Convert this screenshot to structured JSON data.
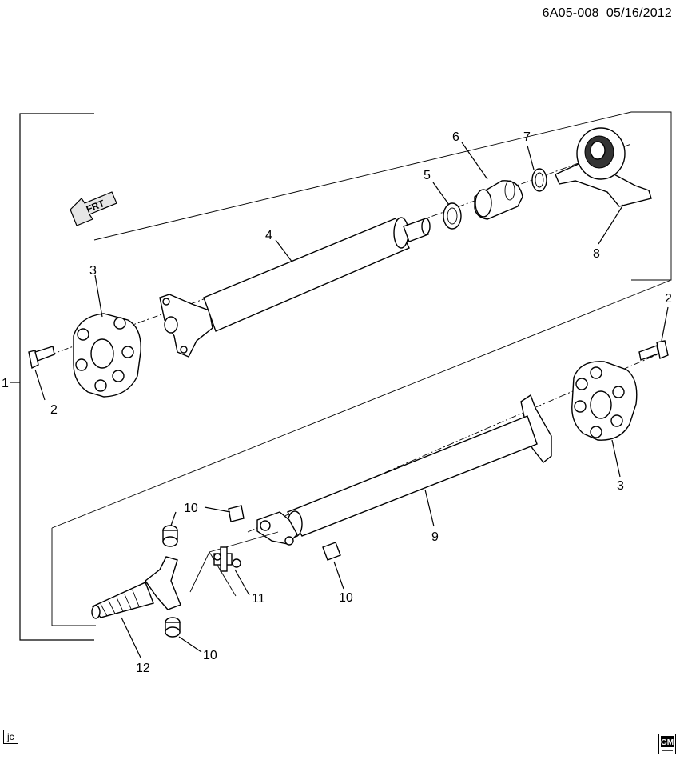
{
  "header": {
    "diagram_code": "6A05-008",
    "date": "05/16/2012"
  },
  "front_arrow": {
    "label": "FRT"
  },
  "callouts": [
    {
      "id": "c1",
      "label": "1"
    },
    {
      "id": "c2a",
      "label": "2"
    },
    {
      "id": "c2b",
      "label": "2"
    },
    {
      "id": "c3a",
      "label": "3"
    },
    {
      "id": "c3b",
      "label": "3"
    },
    {
      "id": "c4",
      "label": "4"
    },
    {
      "id": "c5",
      "label": "5"
    },
    {
      "id": "c6",
      "label": "6"
    },
    {
      "id": "c7",
      "label": "7"
    },
    {
      "id": "c8",
      "label": "8"
    },
    {
      "id": "c9",
      "label": "9"
    },
    {
      "id": "c10a",
      "label": "10"
    },
    {
      "id": "c10b",
      "label": "10"
    },
    {
      "id": "c10c",
      "label": "10"
    },
    {
      "id": "c11",
      "label": "11"
    },
    {
      "id": "c12",
      "label": "12"
    }
  ],
  "footer": {
    "artist_initials": "jc",
    "logo_text": "GM"
  }
}
